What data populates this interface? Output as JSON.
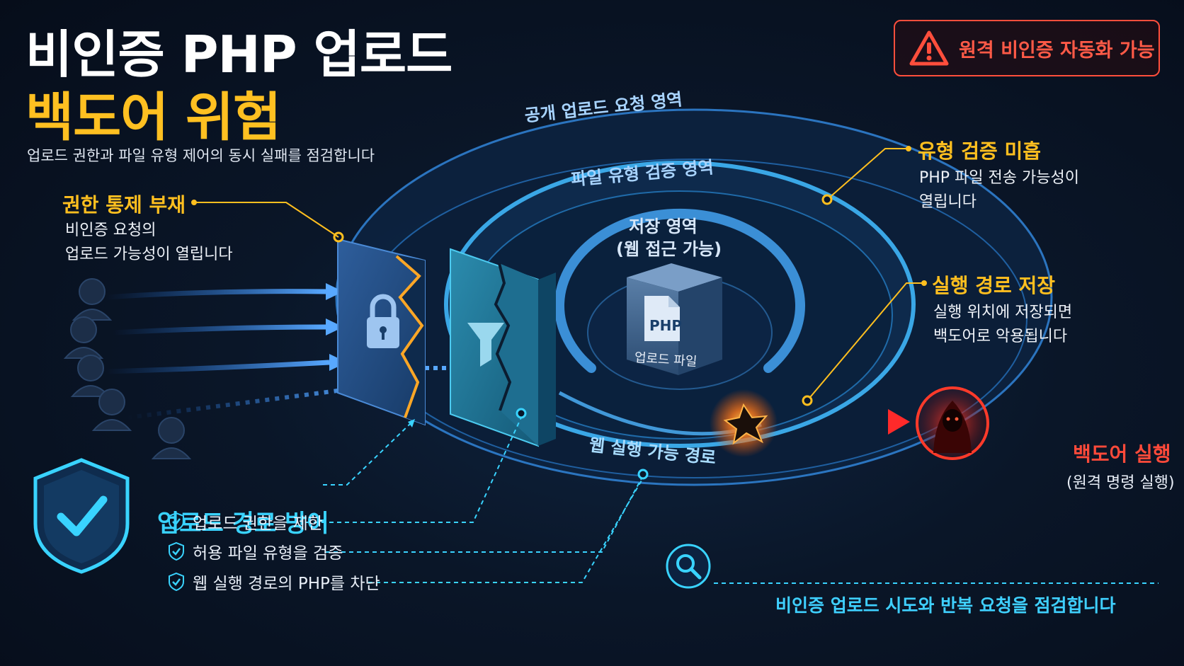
{
  "title": {
    "line1": "비인증 PHP 업로드",
    "line2": "백도어 위험"
  },
  "subtitle": "업로드 권한과 파일 유형 제어의 동시 실패를 점검합니다",
  "alert": {
    "text": "원격 비인증 자동화 가능",
    "icon": "warning-triangle-icon",
    "color": "#ff4e3c"
  },
  "zones": {
    "outer": "공개 업로드 요청 영역",
    "middle": "파일 유형 검증 영역",
    "inner_line1": "저장 영역",
    "inner_line2": "(웹 접근 가능)",
    "exec_path": "웹 실행 가능 경로"
  },
  "file": {
    "badge": "PHP",
    "label": "업로드 파일"
  },
  "callouts": {
    "no_access_control": {
      "title": "권한 통제 부재",
      "line1": "비인증 요청의",
      "line2": "업로드 가능성이 열립니다"
    },
    "type_validation": {
      "title": "유형 검증 미흡",
      "line1": "PHP 파일 전송 가능성이",
      "line2": "열립니다"
    },
    "exec_storage": {
      "title": "실행 경로 저장",
      "line1": "실행 위치에 저장되면",
      "line2": "백도어로 악용됩니다"
    }
  },
  "backdoor": {
    "title": "백도어 실행",
    "subtitle": "(원격 명령 실행)"
  },
  "defense": {
    "title": "업로드 경로 방어",
    "items": [
      "업로드 권한을 제한",
      "허용 파일 유형을 검증",
      "웹 실행 경로의 PHP를 차단"
    ]
  },
  "monitor": {
    "text": "비인증 업로드 시도와 반복 요청을 점검합니다",
    "icon": "magnifier-icon"
  },
  "colors": {
    "accent_yellow": "#ffc021",
    "accent_cyan": "#39d3ff",
    "danger_red": "#ff4a3a",
    "background": "#0a1628"
  }
}
